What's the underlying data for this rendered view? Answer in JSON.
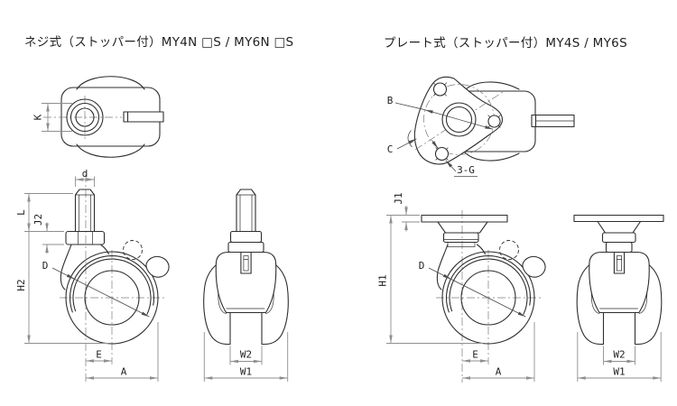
{
  "colors": {
    "bg": "#ffffff",
    "line": "#2e2e2e",
    "dim": "#8f8f8f",
    "text": "#1f1f1f"
  },
  "left_section": {
    "title": "ネジ式（ストッパー付）MY4N  □S / MY6N □S",
    "dims": {
      "K": "K",
      "d": "d",
      "L": "L",
      "J2": "J2",
      "H2": "H2",
      "D": "D",
      "E": "E",
      "A": "A",
      "W2": "W2",
      "W1": "W1"
    }
  },
  "right_section": {
    "title": "プレート式（ストッパー付）MY4S / MY6S",
    "dims": {
      "B": "B",
      "C": "C",
      "G3": "3-G",
      "J1": "J1",
      "H1": "H1",
      "D": "D",
      "E": "E",
      "A": "A",
      "W2": "W2",
      "W1": "W1"
    }
  }
}
